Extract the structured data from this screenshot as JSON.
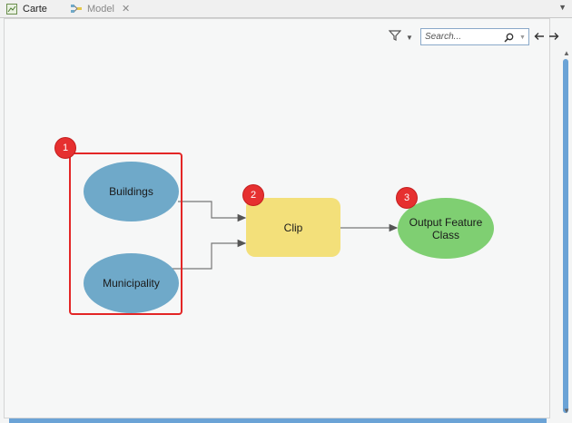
{
  "tabs": [
    {
      "label": "Carte",
      "icon": "map-icon",
      "active": false
    },
    {
      "label": "Model",
      "icon": "model-icon",
      "active": true
    }
  ],
  "toolbar": {
    "search_placeholder": "Search...",
    "filter_icon": "filter-icon",
    "back_icon": "arrow-left-icon",
    "forward_icon": "arrow-right-icon"
  },
  "model": {
    "nodes": {
      "buildings": "Buildings",
      "municipality": "Municipality",
      "clip": "Clip",
      "output": "Output Feature Class"
    },
    "badges": [
      "1",
      "2",
      "3"
    ]
  },
  "colors": {
    "input_node": "#6fa9c9",
    "tool_node": "#f3e07a",
    "output_node": "#7fcf72",
    "badge": "#e63030",
    "selection": "#e32626"
  }
}
